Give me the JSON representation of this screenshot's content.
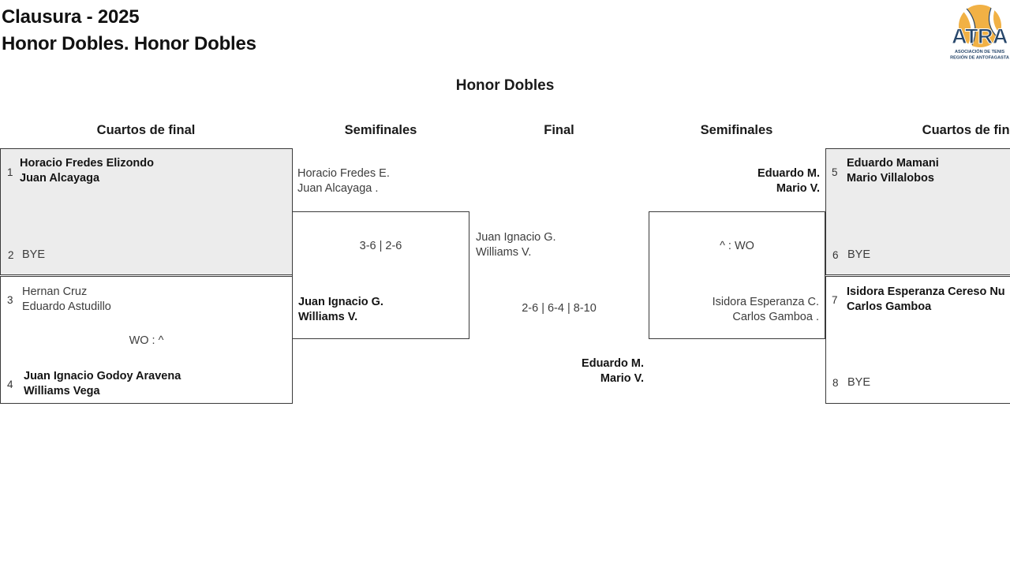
{
  "header": {
    "title_line1": "Clausura - 2025",
    "title_line2": "Honor Dobles. Honor Dobles"
  },
  "logo": {
    "acronym": "ATRA",
    "subtitle_line1": "ASOCIACIÓN DE TENIS",
    "subtitle_line2": "REGIÓN DE ANTOFAGASTA",
    "colors": {
      "navy": "#27476b",
      "ball_yellow": "#f1b145",
      "white": "#ffffff"
    }
  },
  "bracket": {
    "title": "Honor Dobles",
    "rounds": {
      "qf_left_label": "Cuartos de final",
      "sf_left_label": "Semifinales",
      "final_label": "Final",
      "sf_right_label": "Semifinales",
      "qf_right_label": "Cuartos de final"
    },
    "colors": {
      "box_border": "#3a3a3a",
      "box_gray_fill": "#ececec",
      "box_white_fill": "#ffffff"
    },
    "qf_left_1": {
      "seed_top": "1",
      "top_name1": "Horacio Fredes Elizondo",
      "top_name2": "Juan Alcayaga",
      "seed_bottom": "2",
      "bottom_name1": "BYE"
    },
    "qf_left_2": {
      "seed_top": "3",
      "top_name1": "Hernan Cruz",
      "top_name2": "Eduardo Astudillo",
      "score": "WO : ^",
      "seed_bottom": "4",
      "bottom_name1": "Juan Ignacio Godoy Aravena",
      "bottom_name2": "Williams Vega"
    },
    "sf_left": {
      "loser_name1": "Horacio Fredes E.",
      "loser_name2": "Juan Alcayaga .",
      "score": "3-6 | 2-6",
      "winner_name1": "Juan Ignacio G.",
      "winner_name2": "Williams V."
    },
    "final": {
      "left_name1": "Juan Ignacio G.",
      "left_name2": "Williams V.",
      "score": "2-6 | 6-4 | 8-10",
      "winner_name1": "Eduardo M.",
      "winner_name2": "Mario V."
    },
    "sf_right": {
      "winner_name1": "Eduardo M.",
      "winner_name2": "Mario V.",
      "score": "^ : WO",
      "loser_name1": "Isidora Esperanza C.",
      "loser_name2": "Carlos Gamboa ."
    },
    "qf_right_1": {
      "seed_top": "5",
      "top_name1": "Eduardo Mamani",
      "top_name2": "Mario Villalobos",
      "seed_bottom": "6",
      "bottom_name1": "BYE"
    },
    "qf_right_2": {
      "seed_top": "7",
      "top_name1": "Isidora Esperanza Cereso Nu",
      "top_name2": "Carlos Gamboa",
      "seed_bottom": "8",
      "bottom_name1": "BYE"
    }
  }
}
